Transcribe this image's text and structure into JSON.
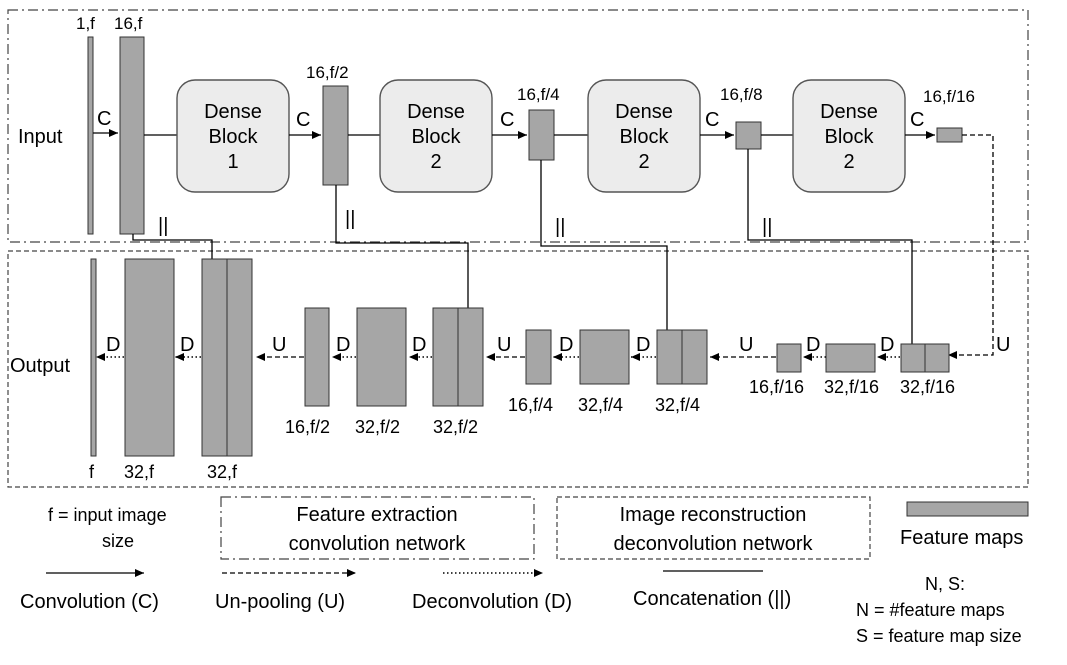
{
  "labels": {
    "input": "Input",
    "output": "Output",
    "conv_op": "C",
    "deconv_op": "D",
    "unpool_op": "U",
    "concat_op": "||"
  },
  "encoder": {
    "maps": [
      "1,f",
      "16,f",
      "16,f/2",
      "16,f/4",
      "16,f/8",
      "16,f/16"
    ],
    "dense_blocks": [
      {
        "line1": "Dense",
        "line2": "Block",
        "line3": "1"
      },
      {
        "line1": "Dense",
        "line2": "Block",
        "line3": "2"
      },
      {
        "line1": "Dense",
        "line2": "Block",
        "line3": "2"
      },
      {
        "line1": "Dense",
        "line2": "Block",
        "line3": "2"
      }
    ]
  },
  "decoder": {
    "maps": [
      "f",
      "32,f",
      "32,f",
      "16,f/2",
      "32,f/2",
      "32,f/2",
      "16,f/4",
      "32,f/4",
      "32,f/4",
      "16,f/16",
      "32,f/16",
      "32,f/16"
    ]
  },
  "legend": {
    "f_def_line1": "f = input image",
    "f_def_line2": "size",
    "feature_extraction_line1": "Feature extraction",
    "feature_extraction_line2": "convolution network",
    "image_reconstruction_line1": "Image reconstruction",
    "image_reconstruction_line2": "deconvolution network",
    "feature_maps": "Feature maps",
    "convolution": "Convolution (C)",
    "unpooling": "Un-pooling (U)",
    "deconvolution": "Deconvolution (D)",
    "concatenation": "Concatenation (||)",
    "ns_title": "N, S:",
    "n_def": "N = #feature maps",
    "s_def": "S = feature map size"
  }
}
